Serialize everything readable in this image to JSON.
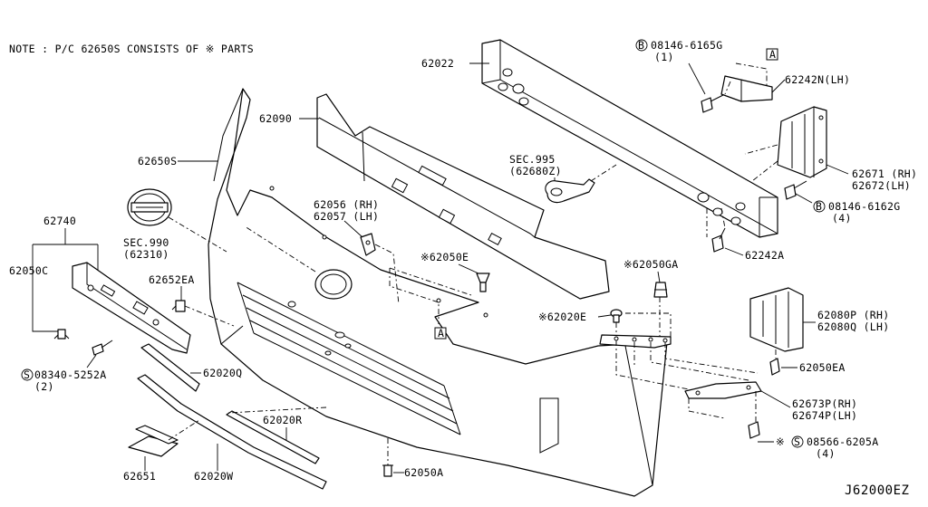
{
  "note": "NOTE : P/C 62650S CONSISTS OF ※ PARTS",
  "diagram_code": "J62000EZ",
  "circle_letters": {
    "b1": "B",
    "b2": "B",
    "s1": "S",
    "s2": "S"
  },
  "box_letters": {
    "a1": "A",
    "a2": "A"
  },
  "labels": {
    "p62022": "62022",
    "p62090": "62090",
    "p62650s": "62650S",
    "p62740": "62740",
    "p62050c": "62050C",
    "sec990": "SEC.990",
    "sec990b": "(62310)",
    "p62652ea": "62652EA",
    "p08340": "08340-5252A",
    "p08340q": "(2)",
    "p62020q": "62020Q",
    "p62020r": "62020R",
    "p62651": "62651",
    "p62020w": "62020W",
    "p62050a": "62050A",
    "p62056": "62056 (RH)",
    "p62057": "62057 (LH)",
    "p62050e": "※62050E",
    "sec995": "SEC.995",
    "sec995b": "(62680Z)",
    "p62050ga": "※62050GA",
    "p62020e": "※62020E",
    "p08146g": "08146-6165G",
    "p08146gq": "(1)",
    "p62242n": "62242N(LH)",
    "p62671": "62671 (RH)",
    "p62672": "62672(LH)",
    "p08146h": "08146-6162G",
    "p08146hq": "(4)",
    "p62242a": "62242A",
    "p62080p": "62080P (RH)",
    "p62080q": "62080Q (LH)",
    "p62050ea": "62050EA",
    "p62673p": "62673P(RH)",
    "p62674p": "62674P(LH)",
    "p08566": "※",
    "p08566b": "08566-6205A",
    "p08566q": "(4)"
  }
}
